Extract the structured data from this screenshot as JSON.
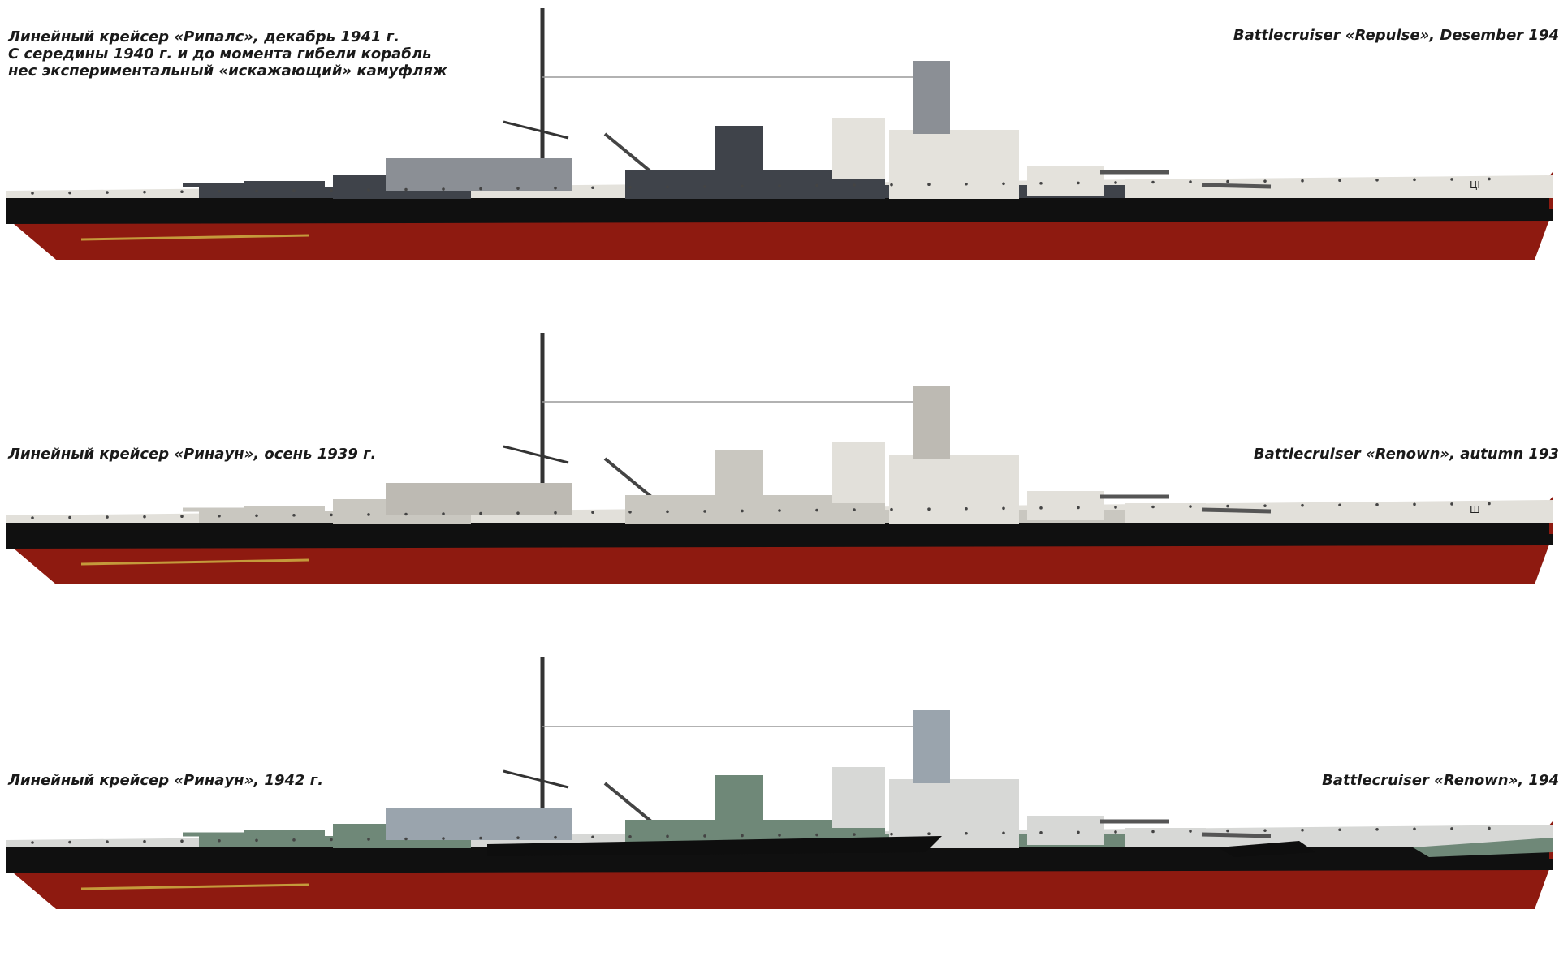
{
  "plates": [
    {
      "caption_ru": [
        "Линейный крейсер «Рипалс», декабрь 1941 г.",
        "С середины 1940 г. и до момента гибели корабль",
        "нес экспериментальный «искажающий» камуфляж"
      ],
      "caption_en": "Battlecruiser «Repulse», Desember 194",
      "hull_marks": "ЦІ",
      "scheme": "dazzle-dark",
      "colors": {
        "dark": "#3f434a",
        "light": "#e4e2dc",
        "mid": "#8b8f95",
        "hull": "#8e1a10",
        "boot": "#101010"
      }
    },
    {
      "caption_ru": [
        "Линейный крейсер «Ринаун», осень 1939 г."
      ],
      "caption_en": "Battlecruiser «Renown», autumn 193",
      "hull_marks": "Ш",
      "scheme": "light-grey",
      "colors": {
        "dark": "#c9c7c0",
        "light": "#e2e0da",
        "mid": "#bdbab3",
        "hull": "#8e1a10",
        "boot": "#101010"
      }
    },
    {
      "caption_ru": [
        "Линейный крейсер «Ринаун», 1942 г."
      ],
      "caption_en": "Battlecruiser «Renown», 194",
      "hull_marks": "",
      "scheme": "camouflage",
      "colors": {
        "dark": "#6f8878",
        "light": "#d7d8d6",
        "mid": "#9aa4ad",
        "hull": "#8e1a10",
        "boot": "#101010",
        "black": "#0e0e0e"
      }
    }
  ]
}
